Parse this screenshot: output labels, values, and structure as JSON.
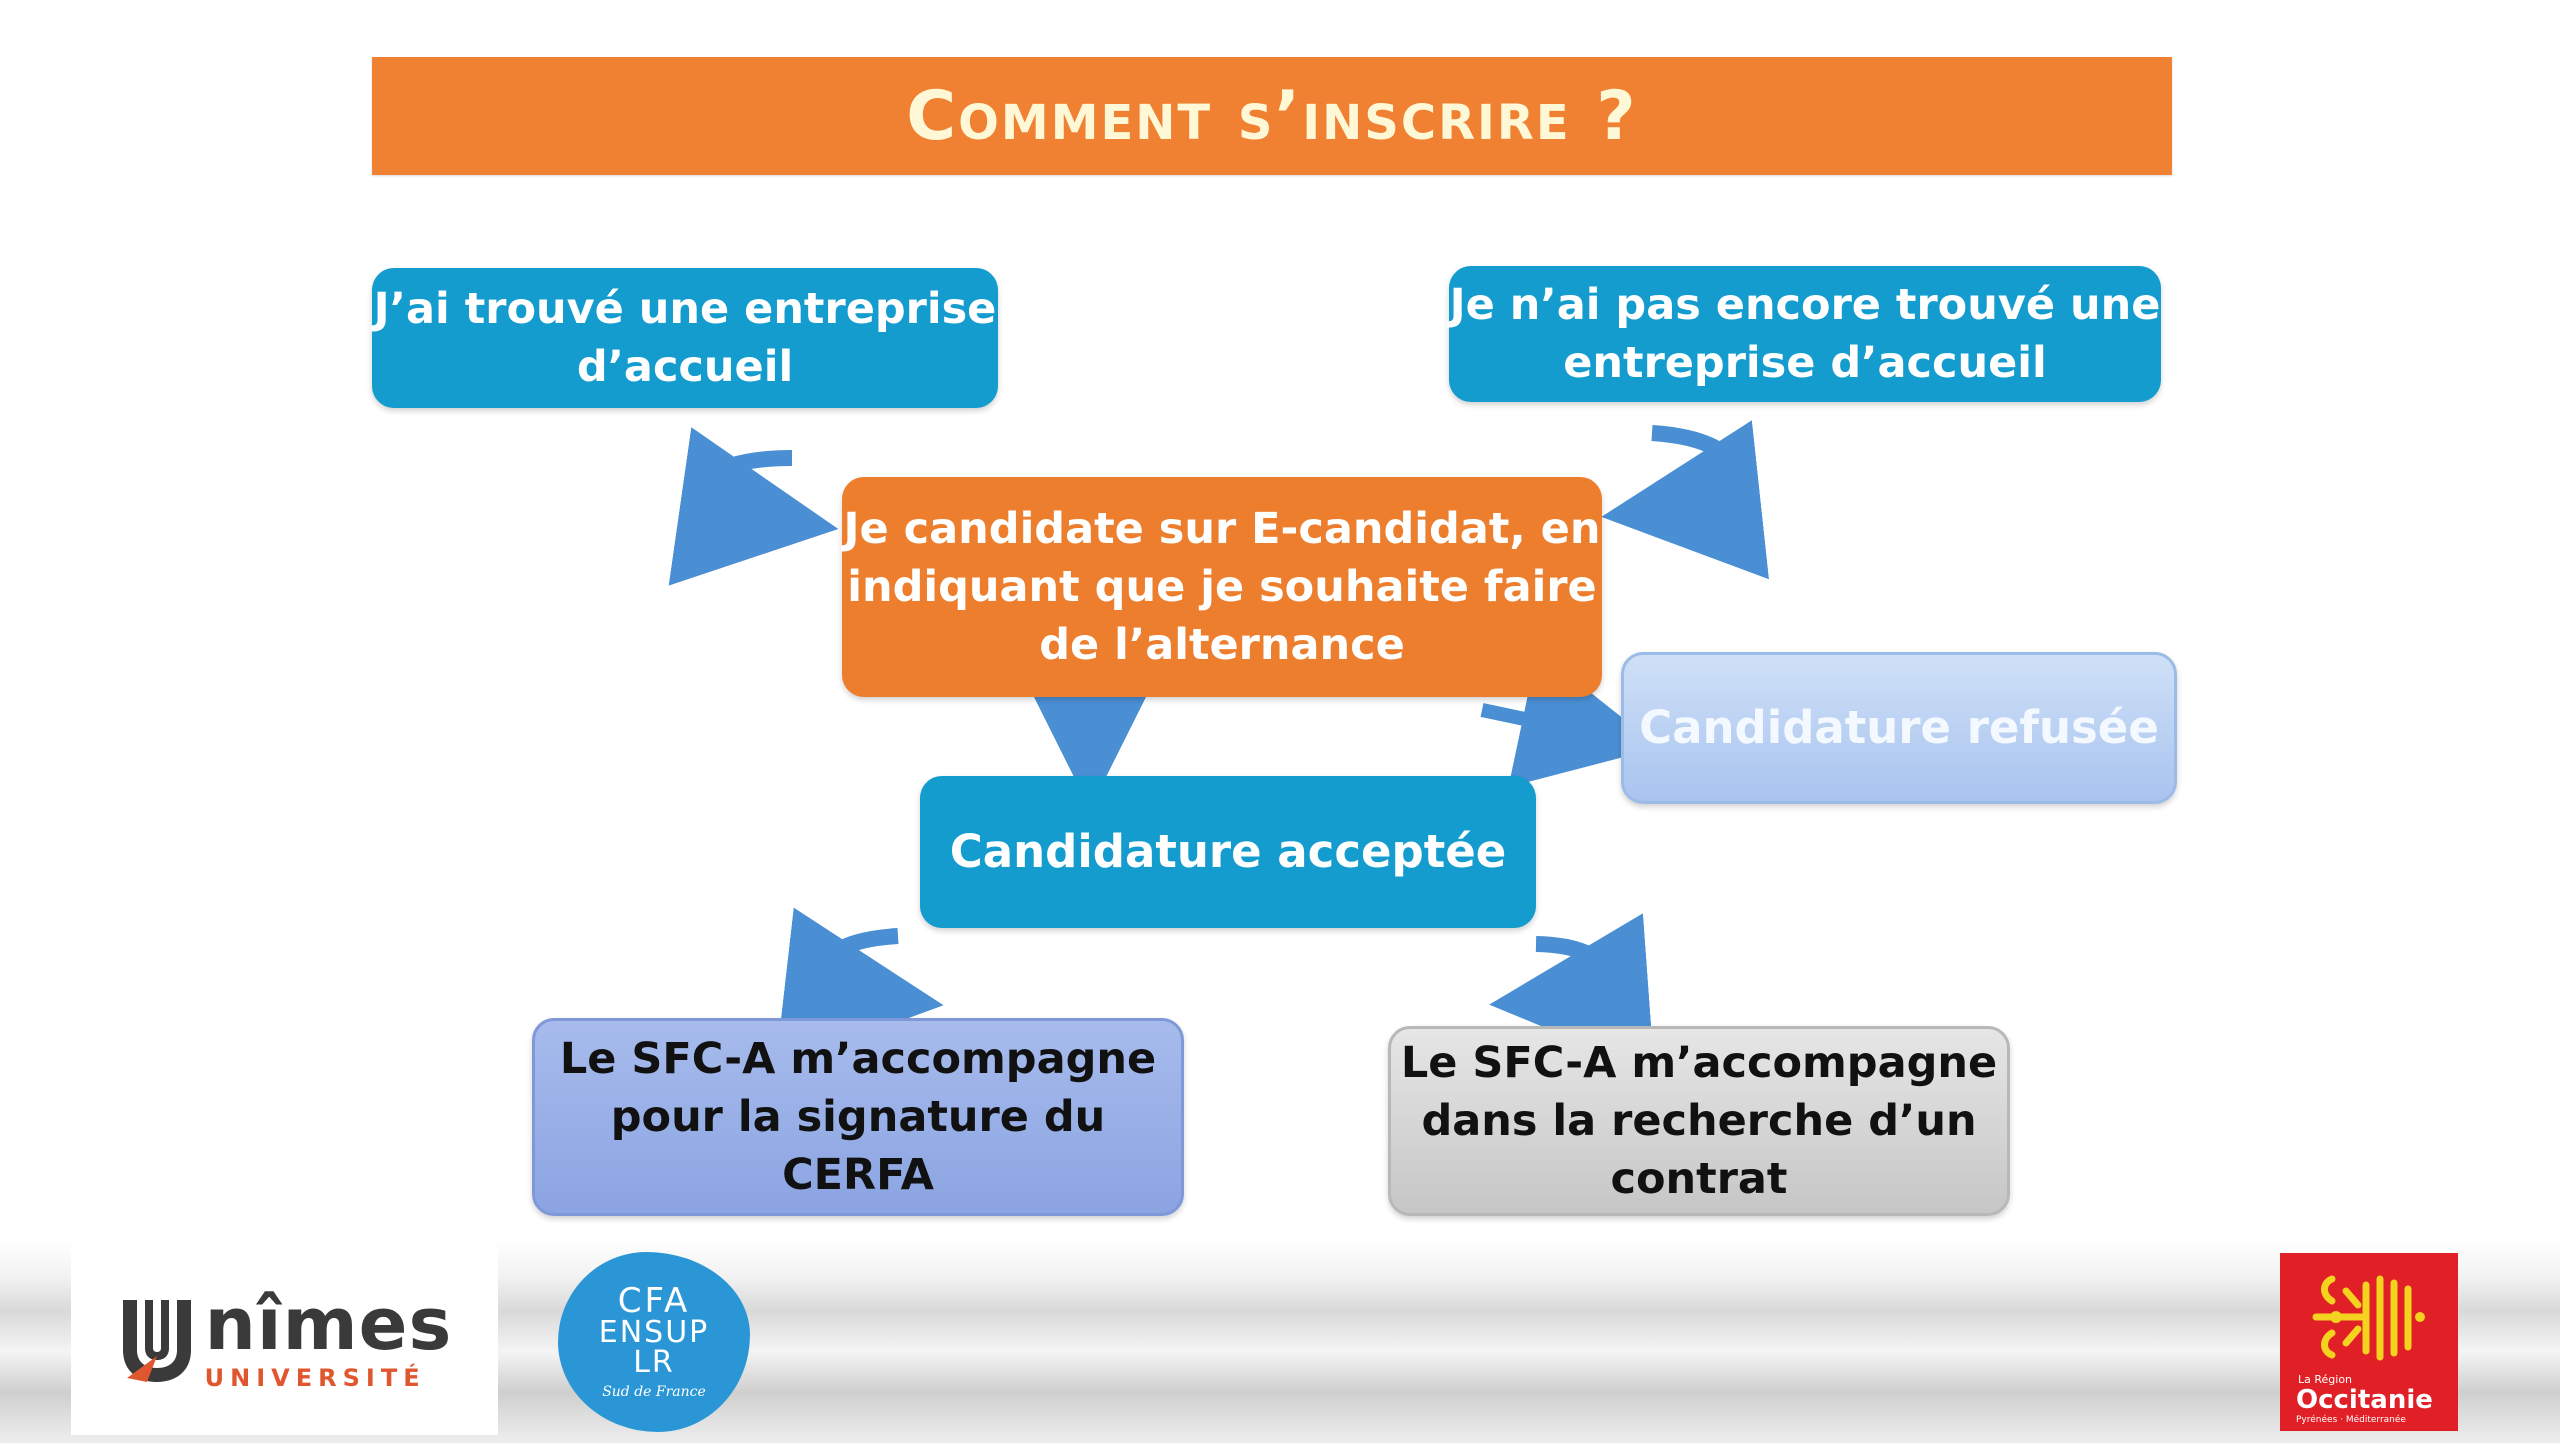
{
  "title": "Comment s’inscrire ?",
  "boxes": {
    "found": "J’ai trouvé une entreprise d’accueil",
    "not_found": "Je n’ai pas encore trouvé une entreprise d’accueil",
    "apply": "Je candidate sur E-candidat, en indiquant que je souhaite faire de l’alternance",
    "refused": "Candidature refusée",
    "accepted": "Candidature acceptée",
    "cerfa": "Le SFC-A m’accompagne pour la signature du CERFA",
    "search": "Le SFC-A m’accompagne dans la recherche d’un contrat"
  },
  "logos": {
    "nimes": {
      "name": "nîmes",
      "subtitle": "UNIVERSITÉ"
    },
    "cfa": {
      "line1": "CFA",
      "line2": "ENSUP",
      "line3": "LR",
      "line4": "Sud de France"
    },
    "occitanie": {
      "small": "La Région",
      "name": "Occitanie",
      "subtitle": "Pyrénées · Méditerranée"
    }
  },
  "colors": {
    "orange": "#ec7e2e",
    "blue": "#149ccf",
    "arrow": "#4a8fd4",
    "region_red": "#e01f26",
    "region_yellow": "#f4d21f"
  }
}
